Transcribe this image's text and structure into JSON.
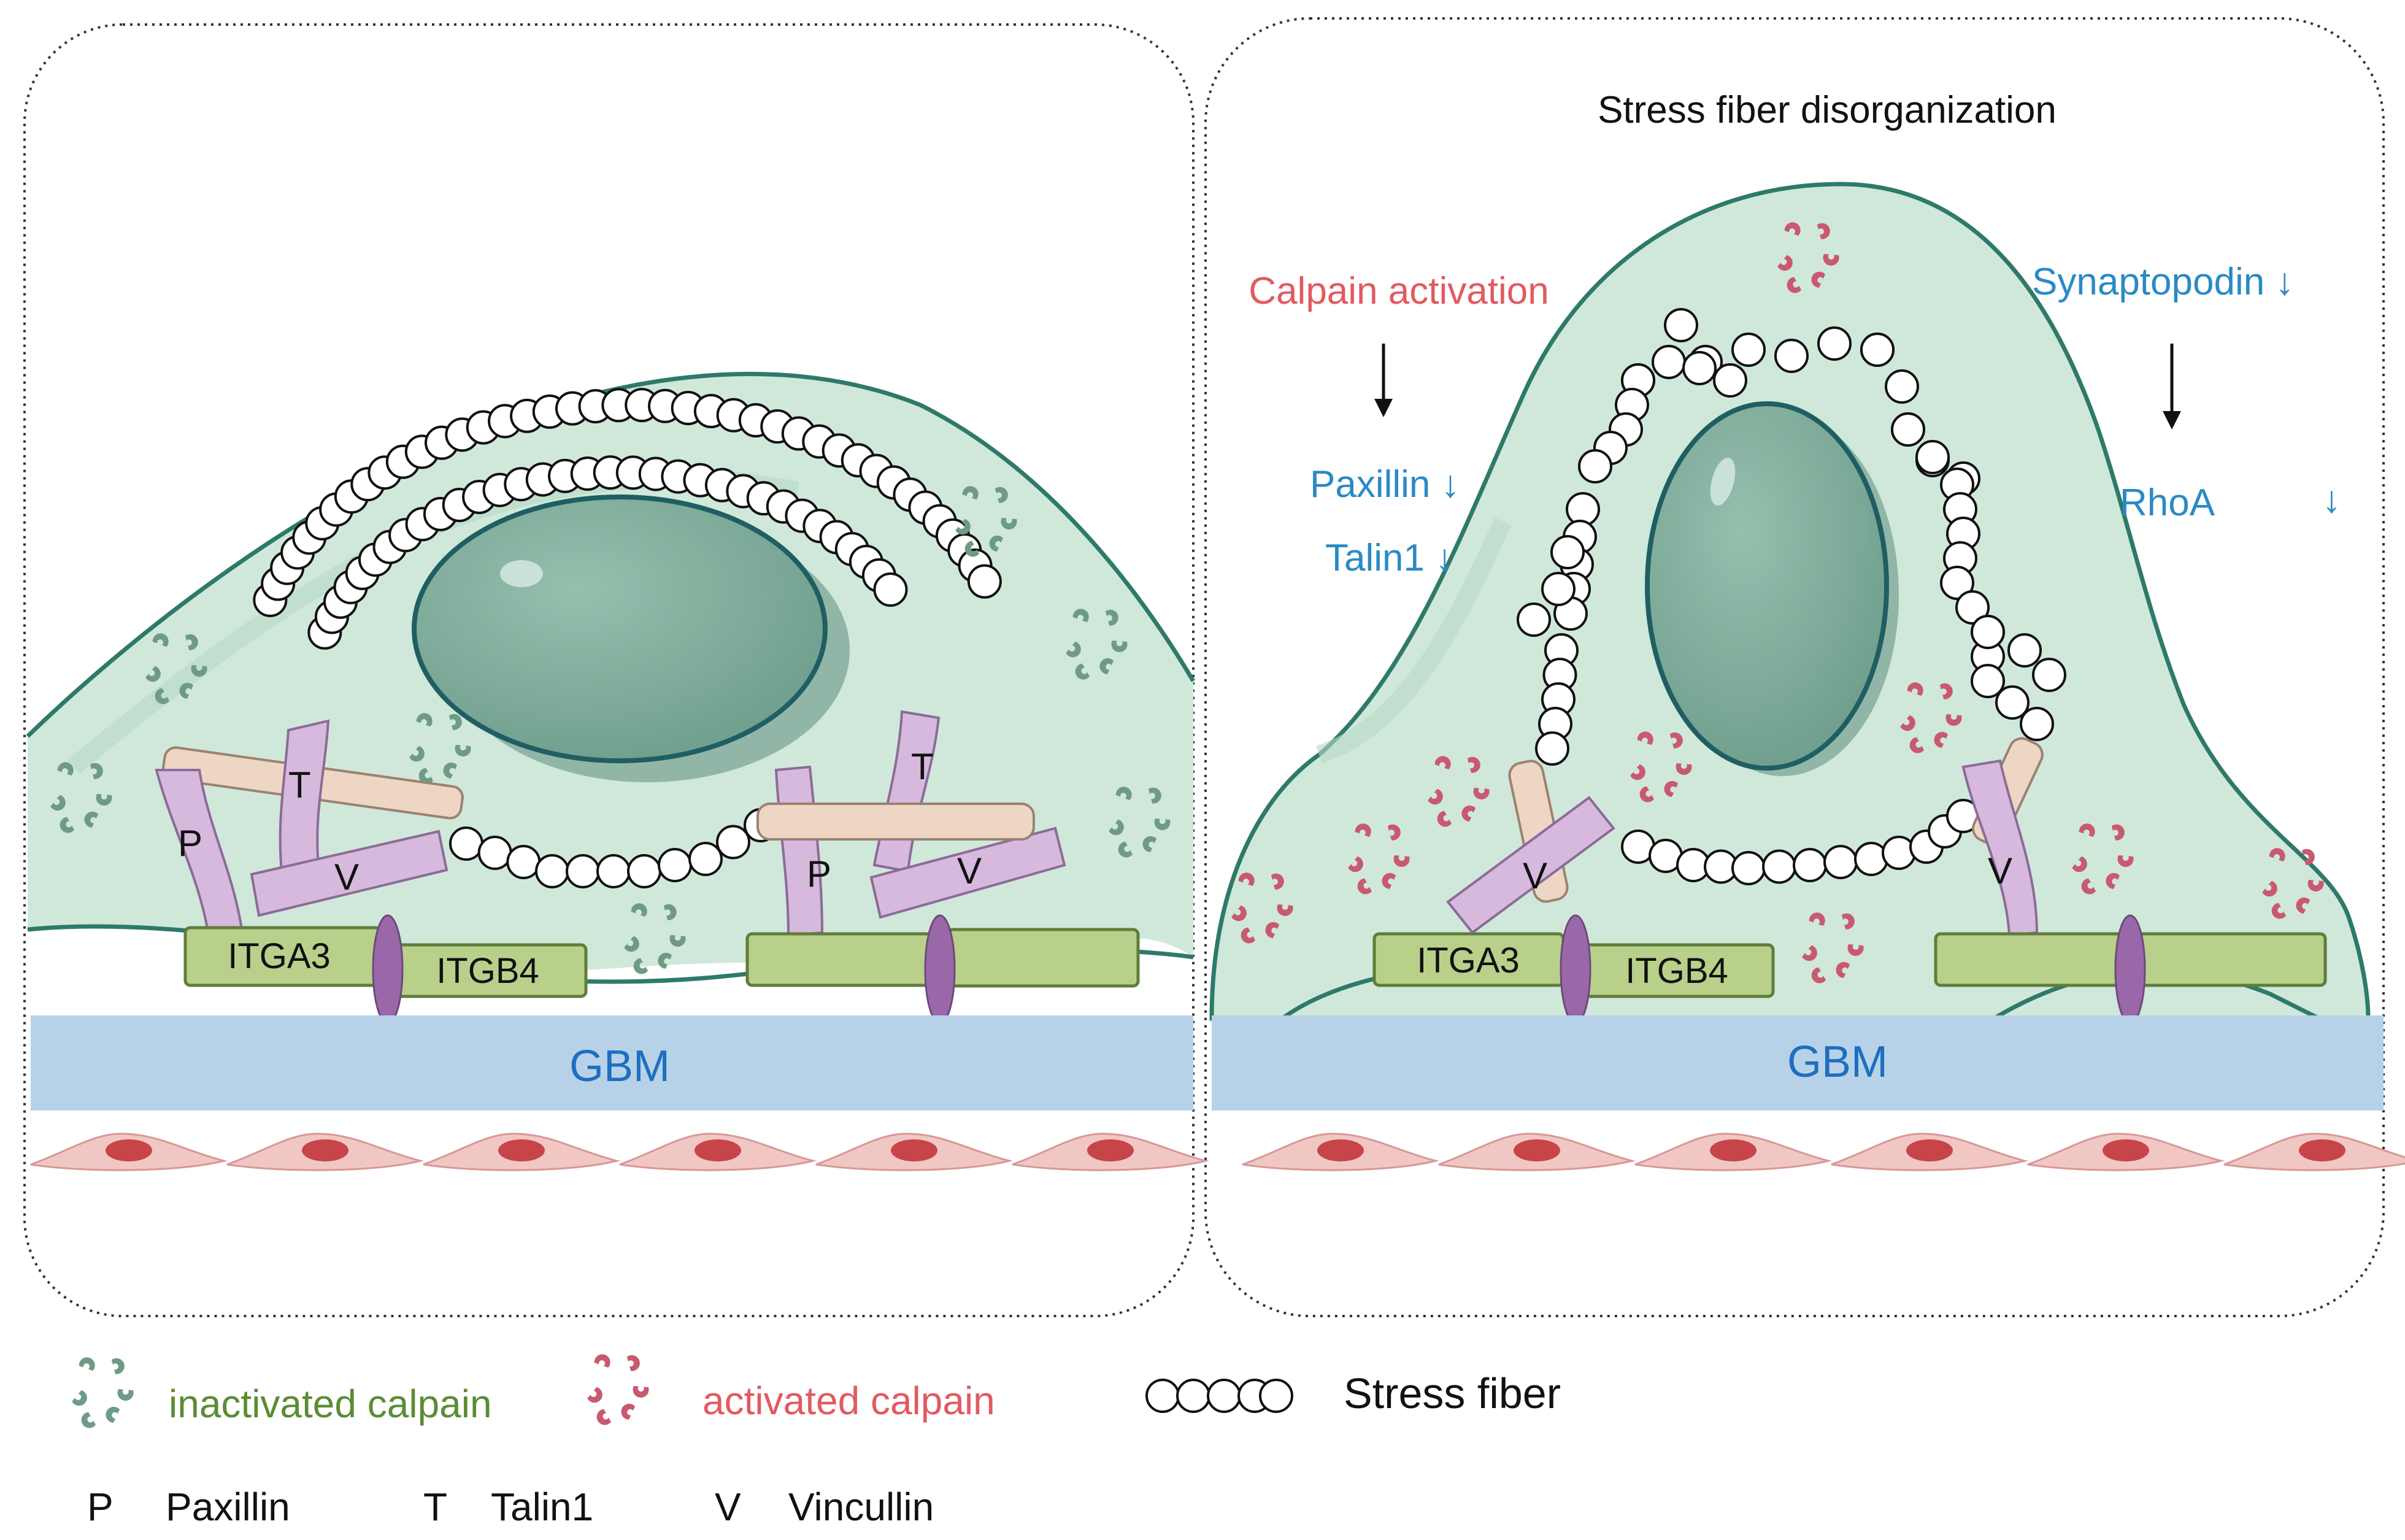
{
  "panel_right": {
    "title": "Stress fiber disorganization",
    "calpain_activation": "Calpain activation",
    "paxillin_down": "Paxillin ↓",
    "talin_down": "Talin1 ↓",
    "synaptopodin_down": "Synaptopodin ↓",
    "rhoa_down": "RhoA",
    "rhoa_arrow": "↓"
  },
  "labels": {
    "gbm": "GBM",
    "itga3": "ITGA3",
    "itgb4": "ITGB4",
    "p": "P",
    "t": "T",
    "v": "V"
  },
  "legend": {
    "inactivated": "inactivated calpain",
    "activated": "activated calpain",
    "stress_fiber": "Stress fiber",
    "abbr": [
      {
        "key": "P",
        "name": "Paxillin"
      },
      {
        "key": "T",
        "name": "Talin1"
      },
      {
        "key": "V",
        "name": "Vincullin"
      }
    ]
  },
  "colors": {
    "cell_fill": "#cfe8da",
    "cell_stroke": "#2e7a6a",
    "nucleus": "#7fae9c",
    "gbm": "#b7d2e8",
    "gbm_text": "#1d6fbf",
    "integrin": "#b9d08b",
    "pv_protein": "#d6b9dc",
    "talin_bar": "#edd6c4",
    "anchor": "#9a68a8",
    "inactive_calpain": "#6f9b86",
    "active_calpain": "#c9596f",
    "red_text": "#e25a61",
    "blue_text": "#2a8ac4",
    "green_text": "#5a8c34",
    "endo_fill": "#f1c7c3",
    "endo_nucleus": "#c74449"
  }
}
